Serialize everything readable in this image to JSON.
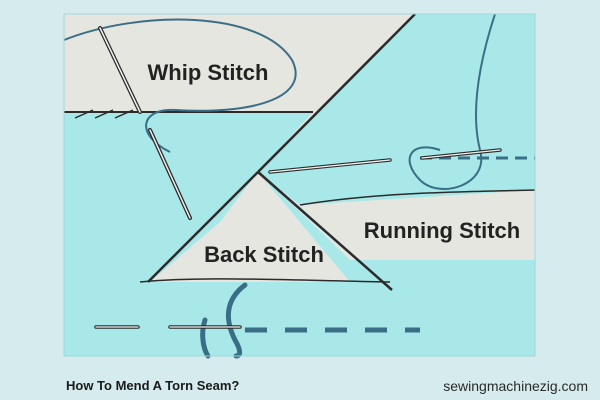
{
  "panels": {
    "whip_label": "Whip Stitch",
    "running_label": "Running Stitch",
    "back_label": "Back Stitch"
  },
  "caption": {
    "title": "How To Mend A Torn Seam?",
    "site": "sewingmachinezig.com"
  },
  "colors": {
    "fabric": "#a8e8e8",
    "paper": "#e6e6e0",
    "outline": "#2b2b2b",
    "thread": "#3a6e86",
    "page_bg": "#d5ebee"
  },
  "icons": [
    "needle-icon",
    "thread-icon"
  ]
}
